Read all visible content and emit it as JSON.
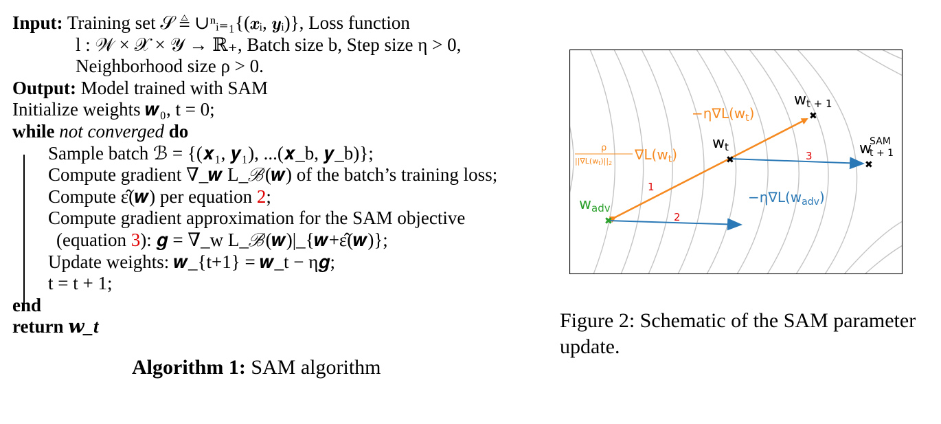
{
  "algorithm": {
    "input_kw": "Input:",
    "input_l1": "Training set 𝒮 ≜ ∪ⁿᵢ₌₁{(𝒙ᵢ, 𝒚ᵢ)}, Loss function",
    "input_l2": "l : 𝒲 × 𝒳 × 𝒴 → ℝ₊, Batch size b, Step size η > 0,",
    "input_l3": "Neighborhood size ρ > 0.",
    "output_kw": "Output:",
    "output_text": "Model trained with SAM",
    "init": "Initialize weights 𝒘₀, t = 0;",
    "while_kw": "while",
    "while_cond": "not converged",
    "do_kw": "do",
    "steps": [
      "Sample batch ℬ = {(𝒙₁, 𝒚₁), ...(𝒙_b, 𝒚_b)};",
      "Compute gradient ∇_𝒘 L_ℬ(𝒘) of the batch’s training loss;"
    ],
    "step3_pre": "Compute ε̂(𝒘) per equation ",
    "step3_ref": "2",
    "step3_post": ";",
    "step4": "Compute gradient approximation for the SAM objective",
    "step5_pre": "(equation ",
    "step5_ref": "3",
    "step5_post": "): 𝒈 = ∇_w L_ℬ(𝒘)|_{𝒘+ε̂(𝒘)};",
    "step6": "Update weights: 𝒘_{t+1} = 𝒘_t − η𝒈;",
    "step7": "t = t + 1;",
    "end_kw": "end",
    "return_kw": "return",
    "return_val": "𝒘_t",
    "caption_kw": "Algorithm 1:",
    "caption_text": "SAM algorithm"
  },
  "figure": {
    "label_wt1": "w",
    "label_wt1_sub": "t + 1",
    "label_wt": "w",
    "label_wt_sub": "t",
    "label_wsam": "w",
    "label_wsam_sup": "SAM",
    "label_wsam_sub": "t + 1",
    "label_wadv": "w",
    "label_wadv_sub": "adv",
    "label_grad_top": "−η∇L(w",
    "label_grad_top_sub": "t",
    "label_grad_top_end": ")",
    "label_rho": "ρ",
    "label_norm": "||∇L(w",
    "label_norm_sub": "t",
    "label_norm_end": ")||",
    "label_norm_sub2": "2",
    "label_gradL": "∇L(w",
    "label_gradL_sub": "t",
    "label_gradL_end": ")",
    "label_grad_adv": "−η∇L(w",
    "label_grad_adv_sub": "adv",
    "label_grad_adv_end": ")",
    "num_1": "1",
    "num_2": "2",
    "num_3": "3",
    "colors": {
      "orange": "#f5891f",
      "blue": "#2a79b6",
      "green": "#2ca02c",
      "red": "#e00000",
      "contour": "#c4c4c4"
    },
    "caption": "Figure 2: Schematic of the SAM parameter update."
  }
}
